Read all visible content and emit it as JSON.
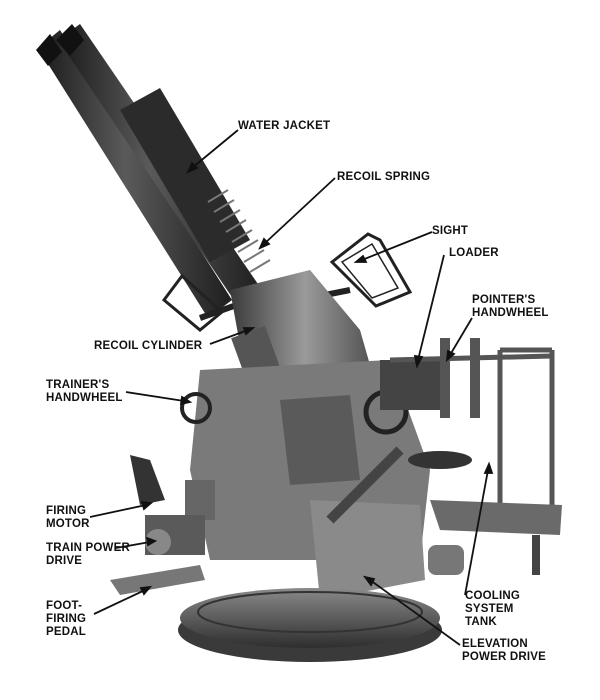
{
  "labels": {
    "water_jacket": [
      "WATER JACKET"
    ],
    "recoil_spring": [
      "RECOIL SPRING"
    ],
    "sight": [
      "SIGHT"
    ],
    "loader": [
      "LOADER"
    ],
    "pointers_handwheel": [
      "POINTER'S",
      "HANDWHEEL"
    ],
    "recoil_cylinder": [
      "RECOIL CYLINDER"
    ],
    "trainers_handwheel": [
      "TRAINER'S",
      "HANDWHEEL"
    ],
    "firing_motor": [
      "FIRING",
      "MOTOR"
    ],
    "train_power_drive": [
      "TRAIN POWER",
      "DRIVE"
    ],
    "foot_firing_pedal": [
      "FOOT-",
      "FIRING",
      "PEDAL"
    ],
    "cooling_system_tank": [
      "COOLING",
      "SYSTEM",
      "TANK"
    ],
    "elevation_power_drive": [
      "ELEVATION",
      "POWER DRIVE"
    ]
  },
  "colors": {
    "ink": "#111111",
    "metal_dark": "#2a2a2a",
    "metal_mid": "#6e6e6e",
    "metal_light": "#a8a8a8",
    "background": "#ffffff"
  }
}
